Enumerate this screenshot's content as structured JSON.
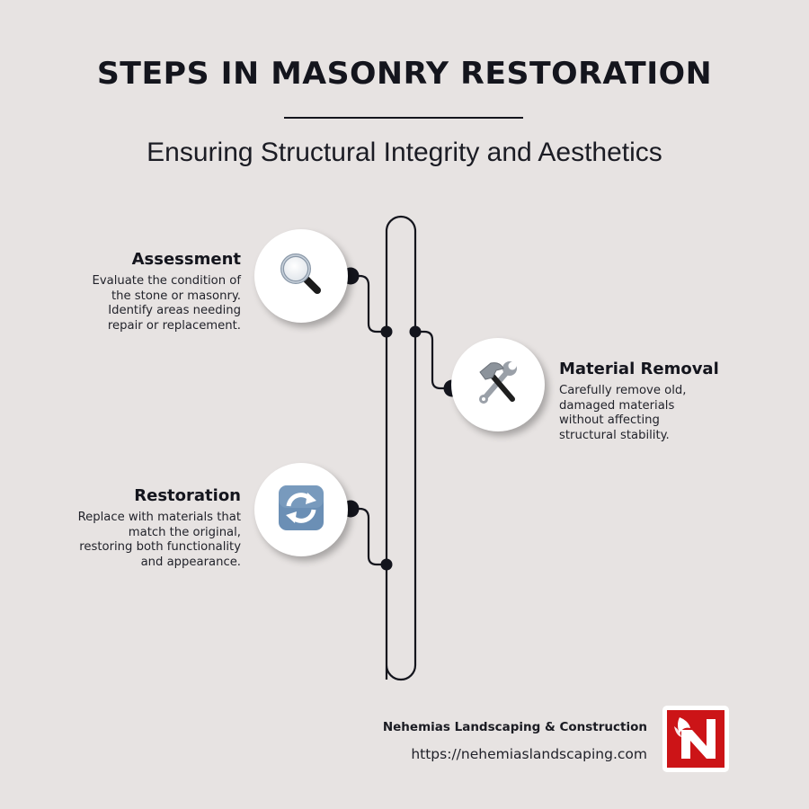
{
  "header": {
    "title": "STEPS IN MASONRY RESTORATION",
    "subtitle": "Ensuring Structural Integrity and Aesthetics"
  },
  "steps": [
    {
      "title": "Assessment",
      "description": "Evaluate the condition of\nthe stone or masonry.\nIdentify areas needing\nrepair or replacement.",
      "icon": "magnifying-glass-icon",
      "side": "left"
    },
    {
      "title": "Material Removal",
      "description": "Carefully remove old,\ndamaged materials\nwithout affecting\nstructural stability.",
      "icon": "hammer-and-wrench-icon",
      "side": "right"
    },
    {
      "title": "Restoration",
      "description": "Replace with materials that\nmatch the original,\nrestoring both functionality\nand appearance.",
      "icon": "refresh-arrows-icon",
      "side": "left"
    }
  ],
  "footer": {
    "company": "Nehemias Landscaping & Construction",
    "url": "https://nehemiaslandscaping.com",
    "logo_letter": "N"
  },
  "colors": {
    "background": "#e7e3e2",
    "ink": "#14151d",
    "node_fill": "#ffffff",
    "logo_red": "#cc1417",
    "refresh_blue": "#6b8fb5"
  }
}
